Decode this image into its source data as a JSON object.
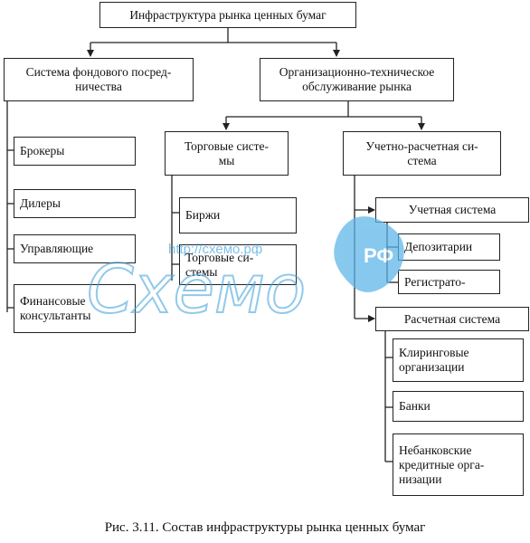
{
  "diagram": {
    "root": "Инфраструктура рынка ценных бумаг",
    "branch_left": "Система фондового посред-\nничества",
    "branch_right": "Организационно-техническое\nобслуживание рынка",
    "left_items": [
      "Брокеры",
      "Дилеры",
      "Управляющие",
      "Финансовые\nконсультанты"
    ],
    "trading": "Торговые систе-\nмы",
    "trading_items": [
      "Биржи",
      "Торговые си-\nстемы"
    ],
    "clearing": "Учетно-расчетная си-\nстема",
    "accounting": "Учетная система",
    "accounting_items": [
      "Депозитарии",
      "Регистрато-"
    ],
    "settlement": "Расчетная система",
    "settlement_items": [
      "Клиринговые\nорганизации",
      "Банки",
      "Небанковские\nкредитные орга-\nнизации"
    ]
  },
  "caption": "Рис. 3.11. Состав инфраструктуры рынка ценных бумаг",
  "watermark": {
    "logo": "Схемо",
    "url": "http://схемо.рф",
    "badge": "РФ"
  },
  "colors": {
    "lines": "#222222",
    "watermark": "#4aa6dd",
    "badge": "#5ab4e8"
  }
}
